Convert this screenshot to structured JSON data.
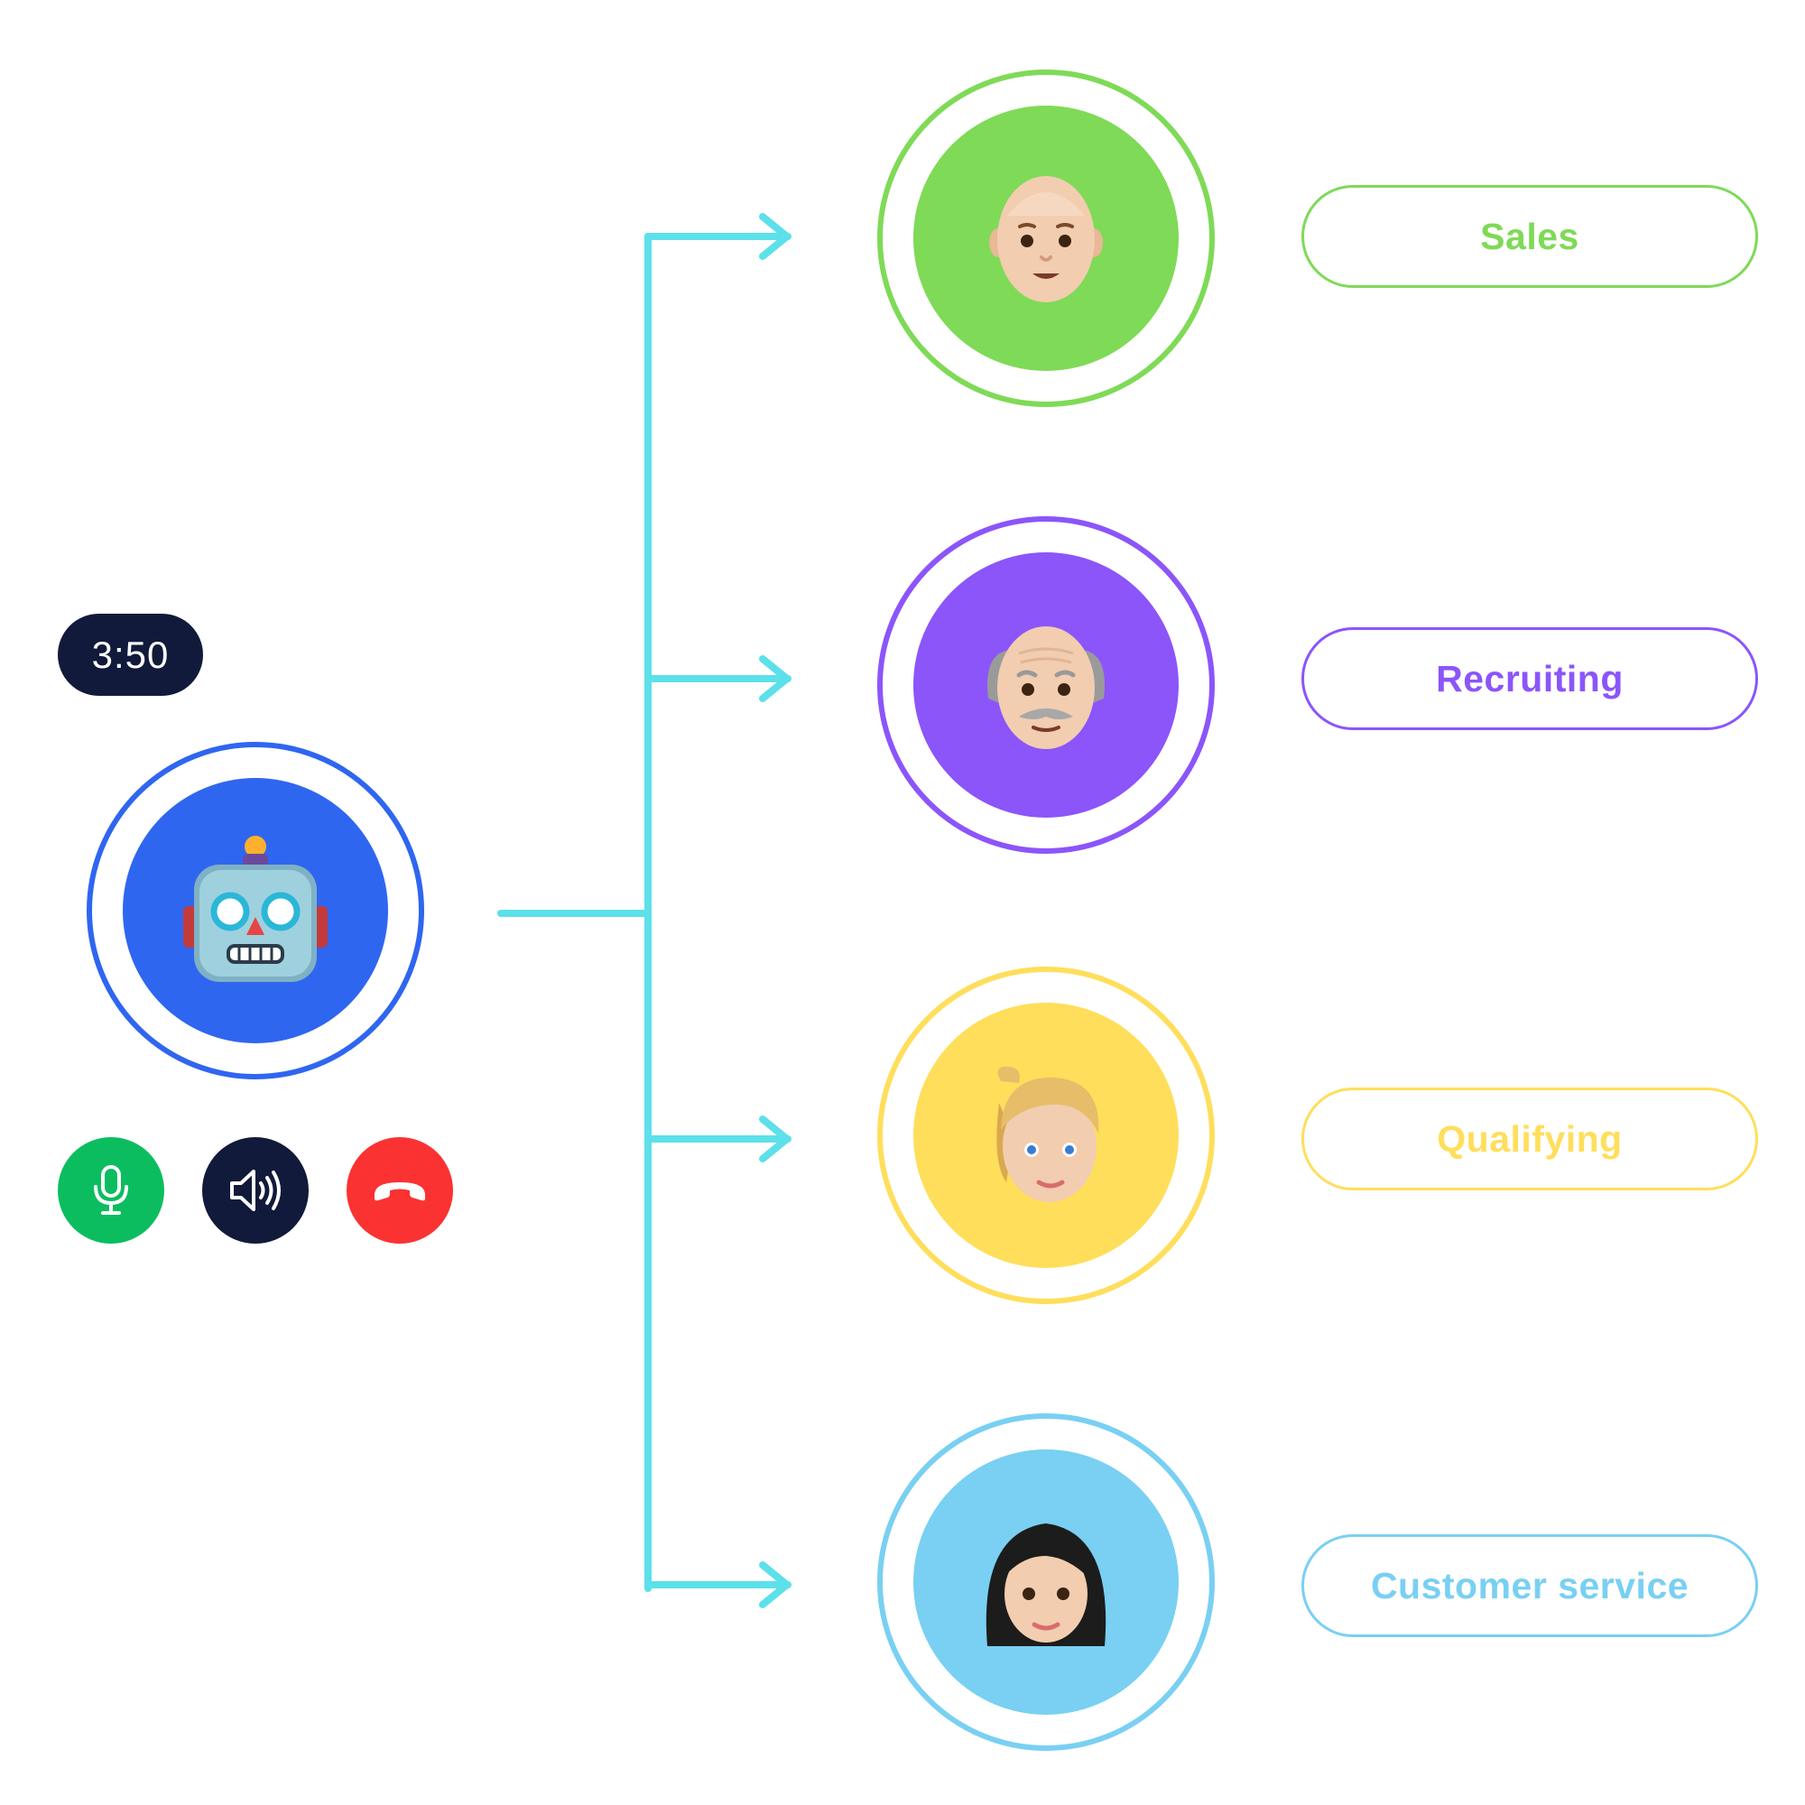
{
  "call": {
    "timer": "3:50",
    "caller_icon": "robot-icon",
    "caller_color": "#2f66f0",
    "controls": [
      {
        "name": "microphone-button",
        "icon": "microphone-icon",
        "color": "#0cbd5f"
      },
      {
        "name": "speaker-button",
        "icon": "speaker-icon",
        "color": "#111a3a"
      },
      {
        "name": "hang-up-button",
        "icon": "phone-hang-up-icon",
        "color": "#fb3232"
      }
    ]
  },
  "connector_color": "#5ce0ea",
  "agents": [
    {
      "label": "Sales",
      "color": "#7fda57",
      "icon": "bald-man-icon"
    },
    {
      "label": "Recruiting",
      "color": "#8b55fa",
      "icon": "old-man-icon"
    },
    {
      "label": "Qualifying",
      "color": "#ffde5b",
      "icon": "blonde-woman-icon"
    },
    {
      "label": "Customer service",
      "color": "#79d0f2",
      "icon": "dark-haired-woman-icon"
    }
  ]
}
